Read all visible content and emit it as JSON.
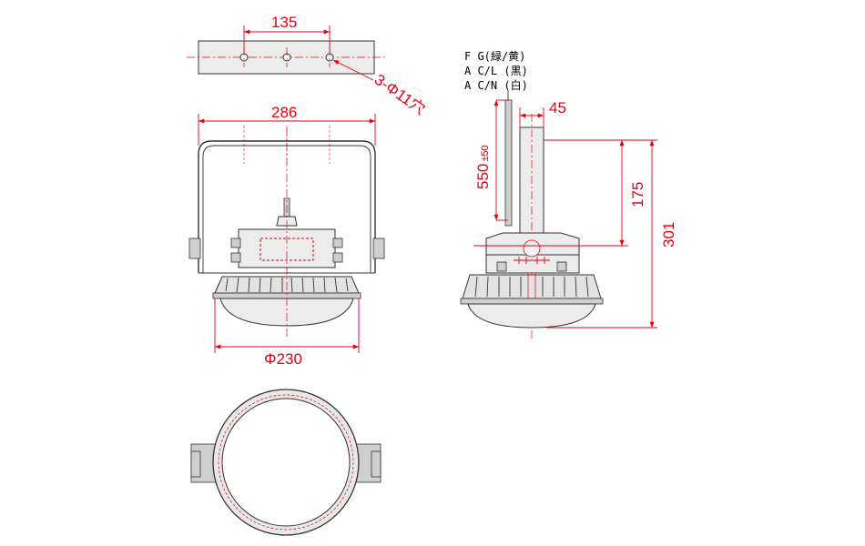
{
  "dimensions": {
    "hole_pitch": "135",
    "holes": "3-Φ11穴",
    "bracket_width": "286",
    "diameter": "Φ230",
    "neck_width": "45",
    "cable_length_main": "550",
    "cable_length_tol": "±50",
    "height_body": "175",
    "height_total": "301"
  },
  "wiring": {
    "fg": "F G(緑/黄)",
    "acl": "A C/L (黒)",
    "acn": "A C/N (白)"
  },
  "colors": {
    "dimension": "#e60012",
    "line": "#333333"
  }
}
